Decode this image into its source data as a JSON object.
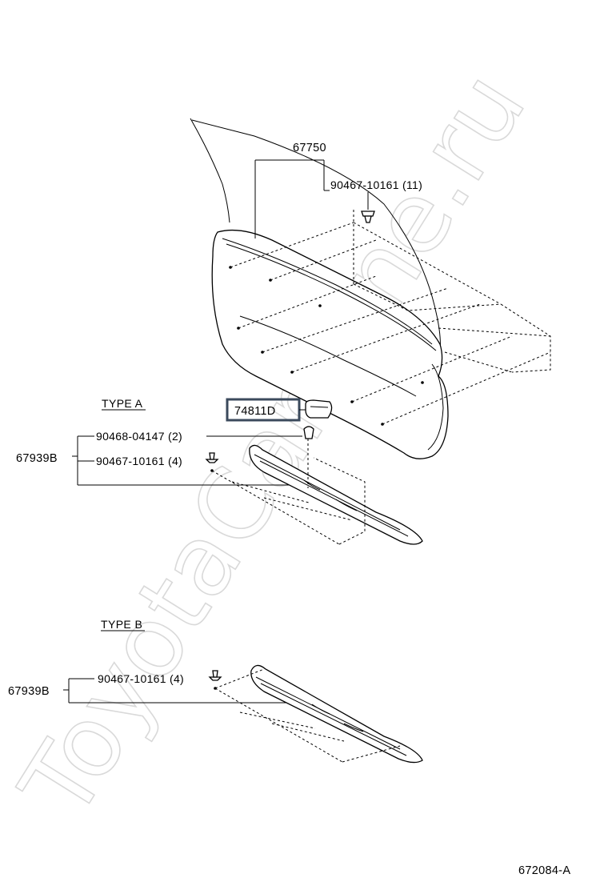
{
  "diagram": {
    "parts": {
      "panel_no": "67750",
      "clip_top": "90467-10161 (11)",
      "lamp_no": "74811D",
      "type_a_label": "TYPE A",
      "type_a_group": "67939B",
      "type_a_clip1": "90468-04147 (2)",
      "type_a_clip2": "90467-10161 (4)",
      "type_b_label": "TYPE B",
      "type_b_group": "67939B",
      "type_b_clip": "90467-10161 (4)"
    },
    "drawing_no": "672084-A",
    "watermark": "ToyotaCarMine.ru",
    "highlight_color": "#3b4a5c"
  }
}
